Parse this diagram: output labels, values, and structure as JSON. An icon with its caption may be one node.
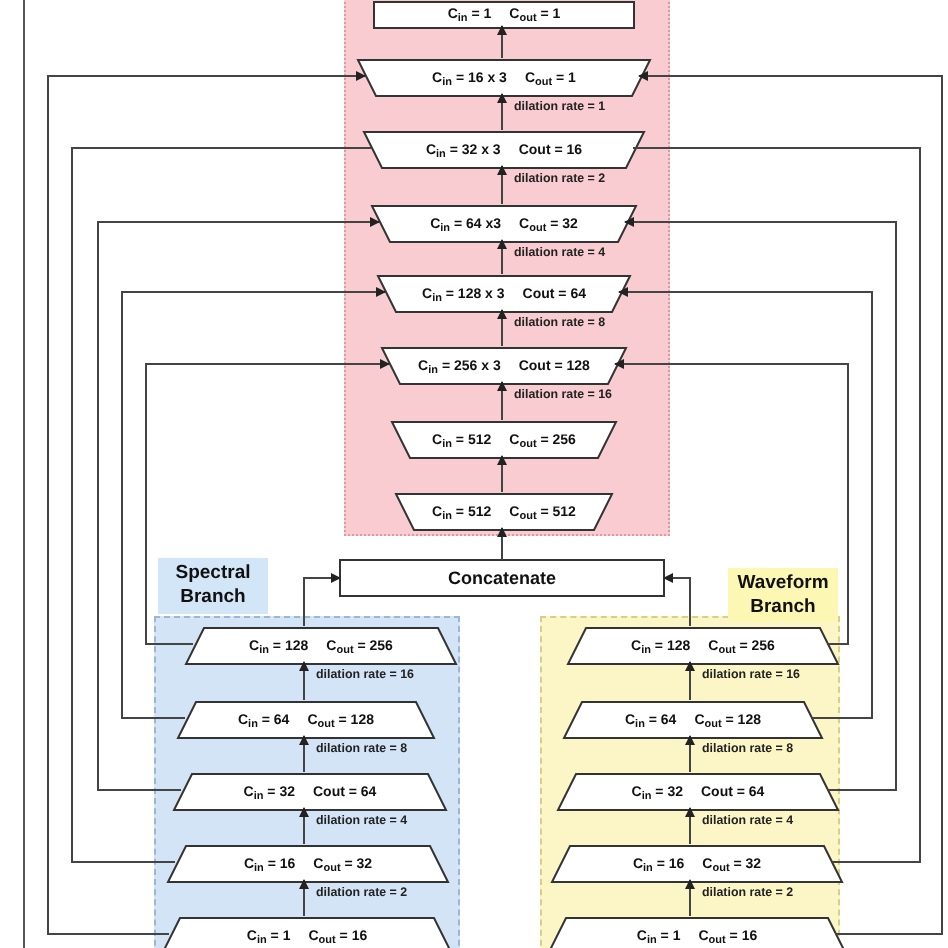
{
  "diagram": {
    "nodes": [
      {
        "text": [],
        "shape": "box"
      },
      {
        "text": [
          "C$_{in}$ = 1",
          "C$_{out}$ = 1"
        ],
        "in": 0
      },
      {
        "text": [
          "C$_{in}$ = 16 x 3",
          "C$_{out}$ = 1"
        ],
        "in": 0
      },
      {
        "text": [
          "C$_{in}$ = 32 x 3",
          "Cout = 16"
        ],
        "in": 0
      },
      {
        "text": [
          "C$_{in}$ = 64 x3",
          "C$_{out}$ = 32"
        ],
        "in": 0
      },
      {
        "text": [
          "C$_{in}$ = 128 x 3",
          "Cout = 64"
        ],
        "in": 0
      },
      {
        "text": [
          "C$_{in}$ = 256 x 3",
          "Cout = 128"
        ],
        "in": 0
      },
      {
        "text": [
          "C$_{in}$ = 512",
          "C$_{out}$ = 256"
        ],
        "in": 0
      },
      {
        "text": [
          "C$_{in}$ = 512",
          "C$_{out}$ = 512"
        ],
        "in": 0
      },
      {
        "text": [
          "Concatenate"
        ]
      },
      {
        "text": [
          "Spectral Branch"
        ]
      },
      {
        "text": [
          "C$_{in}$ = 128",
          "C$_{out}$ = 256"
        ],
        "in": 10
      },
      {
        "text": [
          "C$_{in}$ = 64",
          "C$_{out}$ = 128"
        ],
        "in": 10
      },
      {
        "text": [
          "C$_{in}$ = 32",
          "Cout = 64"
        ],
        "in": 10
      },
      {
        "text": [
          "C$_{in}$ = 16",
          "C$_{out}$ = 32"
        ],
        "in": 10
      },
      {
        "text": [
          "C$_{in}$ = 1",
          "C$_{out}$ = 16"
        ],
        "in": 10
      },
      {
        "text": [
          "Waveform Branch"
        ]
      },
      {
        "text": [
          "C$_{in}$ = 128",
          "C$_{out}$ = 256"
        ],
        "in": 16
      },
      {
        "text": [
          "C$_{in}$ = 64",
          "C$_{out}$ = 128"
        ],
        "in": 16
      },
      {
        "text": [
          "C$_{in}$ = 32",
          "Cout = 64"
        ],
        "in": 16
      },
      {
        "text": [
          "C$_{in}$ = 16",
          "C$_{out}$ = 32"
        ],
        "in": 16
      },
      {
        "text": [
          "C$_{in}$ = 1",
          "C$_{out}$ = 16"
        ],
        "in": 16
      }
    ],
    "edges": [
      {
        "from": 2,
        "to": 1,
        "arrow": "to"
      },
      {
        "from": 3,
        "to": 2,
        "arrow": "to",
        "label": "dilation rate = 1"
      },
      {
        "from": 4,
        "to": 3,
        "arrow": "to",
        "label": "dilation rate = 2"
      },
      {
        "from": 5,
        "to": 4,
        "arrow": "to",
        "label": "dilation rate = 4"
      },
      {
        "from": 6,
        "to": 5,
        "arrow": "to",
        "label": "dilation rate = 8"
      },
      {
        "from": 7,
        "to": 6,
        "arrow": "to",
        "label": "dilation rate = 16"
      },
      {
        "from": 8,
        "to": 7,
        "arrow": "to"
      },
      {
        "from": 9,
        "to": 8,
        "arrow": "to"
      },
      {
        "from": 15,
        "to": 14,
        "arrow": "to",
        "label": "dilation rate = 2"
      },
      {
        "from": 14,
        "to": 13,
        "arrow": "to",
        "label": "dilation rate = 4"
      },
      {
        "from": 13,
        "to": 12,
        "arrow": "to",
        "label": "dilation rate = 8"
      },
      {
        "from": 12,
        "to": 11,
        "arrow": "to",
        "label": "dilation rate = 16"
      },
      {
        "from": 21,
        "to": 20,
        "arrow": "to",
        "label": "dilation rate = 2"
      },
      {
        "from": 20,
        "to": 19,
        "arrow": "to",
        "label": "dilation rate = 4"
      },
      {
        "from": 19,
        "to": 18,
        "arrow": "to",
        "label": "dilation rate = 8"
      },
      {
        "from": 18,
        "to": 17,
        "arrow": "to",
        "label": "dilation rate = 16"
      },
      {
        "from": 11,
        "to": 9,
        "arrow": "to"
      },
      {
        "from": 17,
        "to": 9,
        "arrow": "to"
      },
      {
        "from": 11,
        "to": 6,
        "arrow": "to"
      },
      {
        "from": 12,
        "to": 5,
        "arrow": "to"
      },
      {
        "from": 13,
        "to": 4,
        "arrow": "to"
      },
      {
        "from": 14,
        "to": 3,
        "arrow": "none"
      },
      {
        "from": 15,
        "to": 2,
        "arrow": "to"
      },
      {
        "from": 17,
        "to": 6,
        "arrow": "to"
      },
      {
        "from": 18,
        "to": 5,
        "arrow": "to"
      },
      {
        "from": 19,
        "to": 4,
        "arrow": "to"
      },
      {
        "from": 20,
        "to": 3,
        "arrow": "none"
      },
      {
        "from": 21,
        "to": 2,
        "arrow": "to"
      }
    ]
  }
}
